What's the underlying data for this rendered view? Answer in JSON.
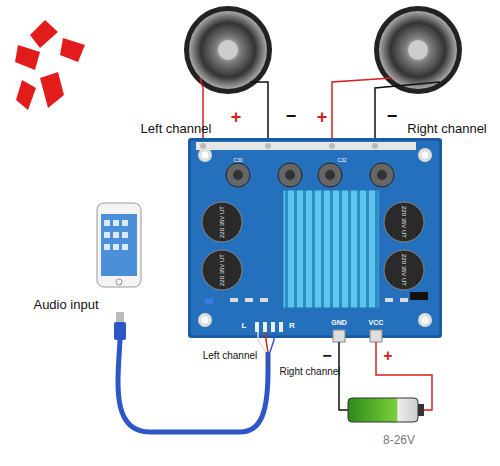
{
  "diagram": {
    "labels": [
      "+",
      "−",
      "Left channel",
      "+",
      "−",
      "Right channel",
      "Audio input",
      "Left channel",
      "Right channel",
      "−",
      "+",
      "8-26V",
      "220 35V UT",
      "220 35V UT",
      "220 35V UT",
      "220 35V UT",
      "L",
      "R",
      "GND",
      "VCC",
      "C30",
      "C32"
    ]
  }
}
